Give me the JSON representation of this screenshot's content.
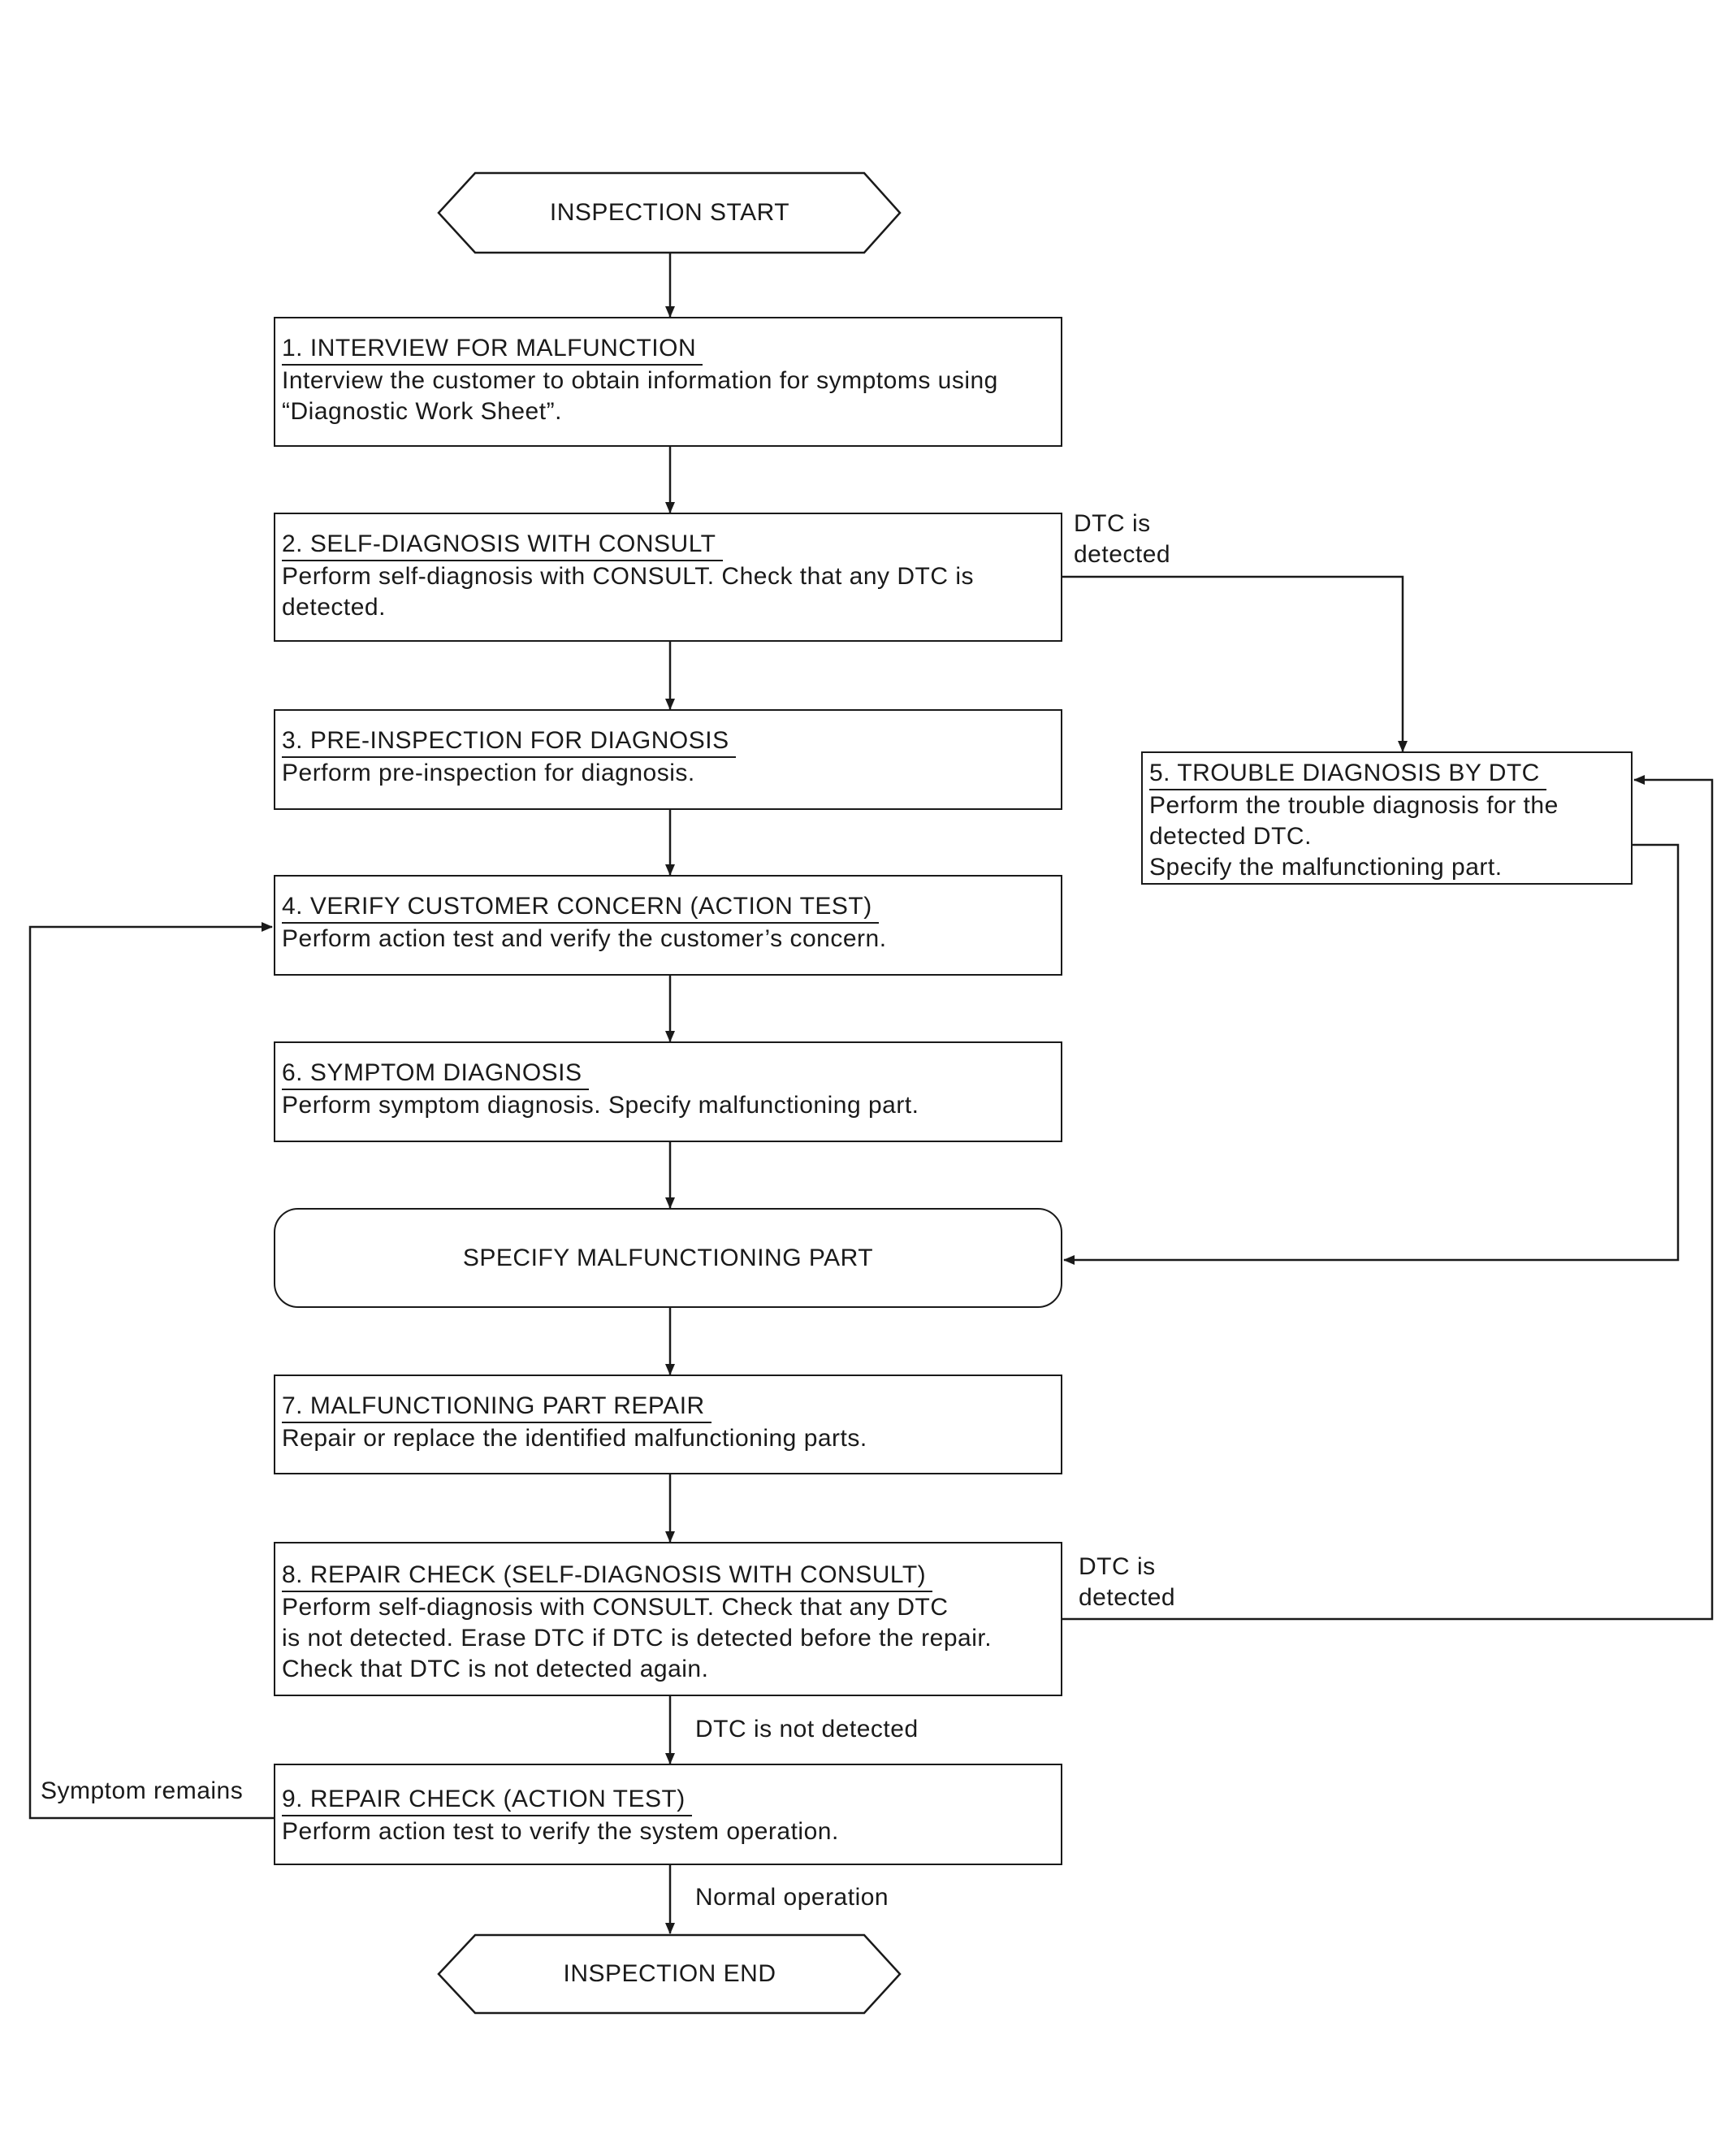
{
  "terminals": {
    "start": "INSPECTION START",
    "end": "INSPECTION END"
  },
  "steps": {
    "s1": {
      "title": "1. INTERVIEW FOR MALFUNCTION",
      "desc": "Interview the customer to obtain information for symptoms using\n“Diagnostic Work Sheet”."
    },
    "s2": {
      "title": "2. SELF-DIAGNOSIS WITH CONSULT",
      "desc": "Perform self-diagnosis with CONSULT. Check that any DTC is\ndetected."
    },
    "s3": {
      "title": "3. PRE-INSPECTION FOR DIAGNOSIS",
      "desc": "Perform pre-inspection for diagnosis."
    },
    "s4": {
      "title": "4. VERIFY CUSTOMER CONCERN (ACTION TEST)",
      "desc": "Perform action test and verify the customer’s concern."
    },
    "s5": {
      "title": "5. TROUBLE DIAGNOSIS BY DTC",
      "desc": "Perform the trouble diagnosis for the\ndetected DTC.\nSpecify the malfunctioning part."
    },
    "s6": {
      "title": "6. SYMPTOM DIAGNOSIS",
      "desc": "Perform symptom diagnosis. Specify malfunctioning part."
    },
    "specify": "SPECIFY MALFUNCTIONING PART",
    "s7": {
      "title": "7. MALFUNCTIONING PART REPAIR",
      "desc": "Repair or replace the identified malfunctioning parts."
    },
    "s8": {
      "title": "8. REPAIR CHECK (SELF-DIAGNOSIS WITH CONSULT)",
      "desc": "Perform self-diagnosis with CONSULT. Check that any DTC\nis not detected. Erase DTC if DTC is detected before the repair.\nCheck that DTC is not detected again."
    },
    "s9": {
      "title": "9. REPAIR CHECK (ACTION TEST)",
      "desc": "Perform action test to verify the system operation."
    }
  },
  "edge_labels": {
    "dtc_detected_1": "DTC is\ndetected",
    "dtc_detected_2": "DTC is\ndetected",
    "dtc_not_detected": "DTC is not detected",
    "symptom_remains": "Symptom remains",
    "normal_operation": "Normal operation"
  }
}
